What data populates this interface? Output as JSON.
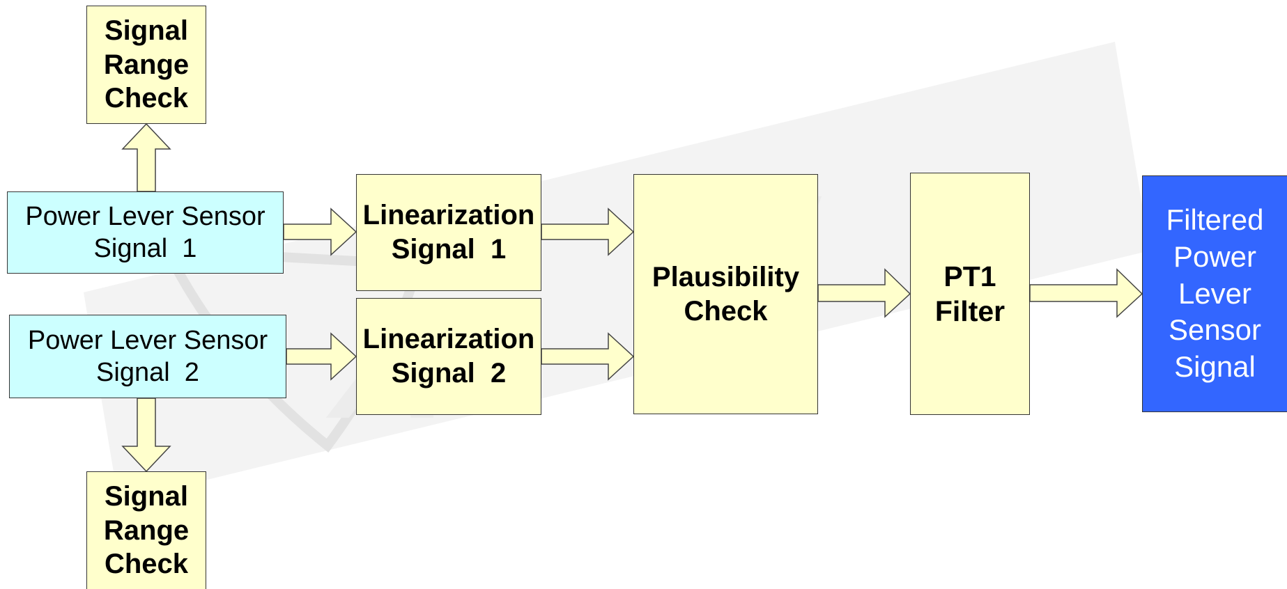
{
  "colors": {
    "block": "#ffffcc",
    "input": "#ccffff",
    "output": "#3366ff",
    "output_text": "#ffffff",
    "border": "#333333",
    "arrow_fill": "#ffffcc",
    "arrow_stroke": "#444444",
    "watermark": "#e2e2e2"
  },
  "blocks": {
    "range_check_top": [
      "Signal",
      "Range",
      "Check"
    ],
    "input_1": [
      "Power Lever Sensor",
      "Signal  1"
    ],
    "input_2": [
      "Power Lever Sensor",
      "Signal  2"
    ],
    "range_check_bottom": [
      "Signal",
      "Range",
      "Check"
    ],
    "linearization_1": [
      "Linearization",
      "Signal  1"
    ],
    "linearization_2": [
      "Linearization",
      "Signal  2"
    ],
    "plausibility": [
      "Plausibility",
      "Check"
    ],
    "pt1_filter": [
      "PT1",
      "Filter"
    ],
    "output": [
      "Filtered",
      "Power",
      "Lever",
      "Sensor",
      "Signal"
    ]
  },
  "arrows": [
    {
      "name": "arrow-input1-to-range-check",
      "icon": "block-arrow-up"
    },
    {
      "name": "arrow-input1-to-linearization1",
      "icon": "block-arrow-right"
    },
    {
      "name": "arrow-input2-to-linearization2",
      "icon": "block-arrow-right"
    },
    {
      "name": "arrow-input2-to-range-check",
      "icon": "block-arrow-down"
    },
    {
      "name": "arrow-linearization1-to-plausibility",
      "icon": "block-arrow-right"
    },
    {
      "name": "arrow-linearization2-to-plausibility",
      "icon": "block-arrow-right"
    },
    {
      "name": "arrow-plausibility-to-pt1",
      "icon": "block-arrow-right"
    },
    {
      "name": "arrow-pt1-to-output",
      "icon": "block-arrow-right"
    }
  ],
  "watermark_icon": "logo-watermark"
}
